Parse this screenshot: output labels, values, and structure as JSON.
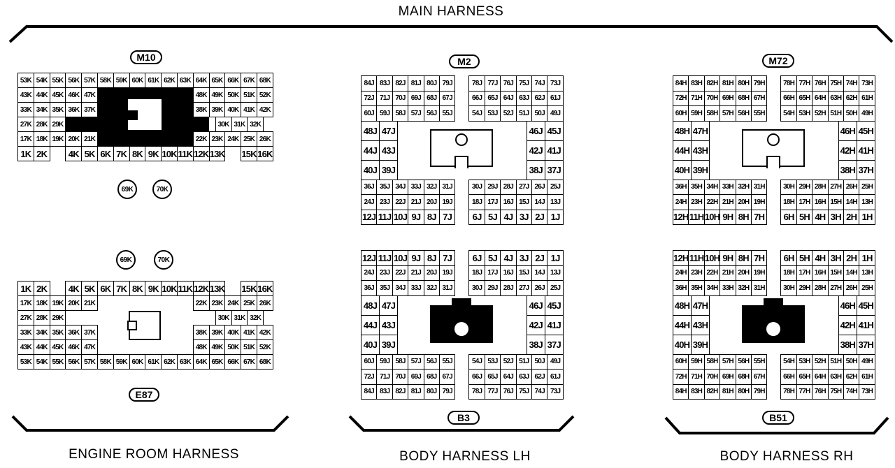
{
  "titles": {
    "main": "MAIN HARNESS",
    "engine": "ENGINE ROOM HARNESS",
    "body_lh": "BODY HARNESS LH",
    "body_rh": "BODY HARNESS RH"
  },
  "connectors": {
    "m10": "M10",
    "e87": "E87",
    "m2": "M2",
    "b3": "B3",
    "m72": "M72",
    "b51": "B51"
  },
  "extra_terminals": {
    "m10": [
      "69K",
      "70K"
    ],
    "e87": [
      "69K",
      "70K"
    ]
  },
  "k_rows": [
    [
      "53K",
      "54K",
      "55K",
      "56K",
      "57K",
      "58K",
      "59K",
      "60K",
      "61K",
      "62K",
      "63K",
      "64K",
      "65K",
      "66K",
      "67K",
      "68K"
    ],
    [
      "43K",
      "44K",
      "45K",
      "46K",
      "47K",
      "48K",
      "49K",
      "50K",
      "51K",
      "52K"
    ],
    [
      "33K",
      "34K",
      "35K",
      "36K",
      "37K",
      "38K",
      "39K",
      "40K",
      "41K",
      "42K"
    ],
    [
      "27K",
      "28K",
      "29K",
      "30K",
      "31K",
      "32K"
    ],
    [
      "17K",
      "18K",
      "19K",
      "20K",
      "21K",
      "22K",
      "23K",
      "24K",
      "25K",
      "26K"
    ],
    [
      "1K",
      "2K",
      "4K",
      "5K",
      "6K",
      "7K",
      "8K",
      "9K",
      "10K",
      "11K",
      "12K",
      "13K",
      "15K",
      "16K"
    ]
  ],
  "j_rows": [
    [
      "84J",
      "83J",
      "82J",
      "81J",
      "80J",
      "79J",
      "78J",
      "77J",
      "76J",
      "75J",
      "74J",
      "73J"
    ],
    [
      "72J",
      "71J",
      "70J",
      "69J",
      "68J",
      "67J",
      "66J",
      "65J",
      "64J",
      "63J",
      "62J",
      "61J"
    ],
    [
      "60J",
      "59J",
      "58J",
      "57J",
      "56J",
      "55J",
      "54J",
      "53J",
      "52J",
      "51J",
      "50J",
      "49J"
    ],
    [
      "48J",
      "47J",
      "46J",
      "45J"
    ],
    [
      "44J",
      "43J",
      "42J",
      "41J"
    ],
    [
      "40J",
      "39J",
      "38J",
      "37J"
    ],
    [
      "36J",
      "35J",
      "34J",
      "33J",
      "32J",
      "31J",
      "30J",
      "29J",
      "28J",
      "27J",
      "26J",
      "25J"
    ],
    [
      "24J",
      "23J",
      "22J",
      "21J",
      "20J",
      "19J",
      "18J",
      "17J",
      "16J",
      "15J",
      "14J",
      "13J"
    ],
    [
      "12J",
      "11J",
      "10J",
      "9J",
      "8J",
      "7J",
      "6J",
      "5J",
      "4J",
      "3J",
      "2J",
      "1J"
    ]
  ],
  "h_rows": [
    [
      "84H",
      "83H",
      "82H",
      "81H",
      "80H",
      "79H",
      "78H",
      "77H",
      "76H",
      "75H",
      "74H",
      "73H"
    ],
    [
      "72H",
      "71H",
      "70H",
      "69H",
      "68H",
      "67H",
      "66H",
      "65H",
      "64H",
      "63H",
      "62H",
      "61H"
    ],
    [
      "60H",
      "59H",
      "58H",
      "57H",
      "56H",
      "55H",
      "54H",
      "53H",
      "52H",
      "51H",
      "50H",
      "49H"
    ],
    [
      "48H",
      "47H",
      "46H",
      "45H"
    ],
    [
      "44H",
      "43H",
      "42H",
      "41H"
    ],
    [
      "40H",
      "39H",
      "38H",
      "37H"
    ],
    [
      "36H",
      "35H",
      "34H",
      "33H",
      "32H",
      "31H",
      "30H",
      "29H",
      "28H",
      "27H",
      "26H",
      "25H"
    ],
    [
      "24H",
      "23H",
      "22H",
      "21H",
      "20H",
      "19H",
      "18H",
      "17H",
      "16H",
      "15H",
      "14H",
      "13H"
    ],
    [
      "12H",
      "11H",
      "10H",
      "9H",
      "8H",
      "7H",
      "6H",
      "5H",
      "4H",
      "3H",
      "2H",
      "1H"
    ]
  ]
}
